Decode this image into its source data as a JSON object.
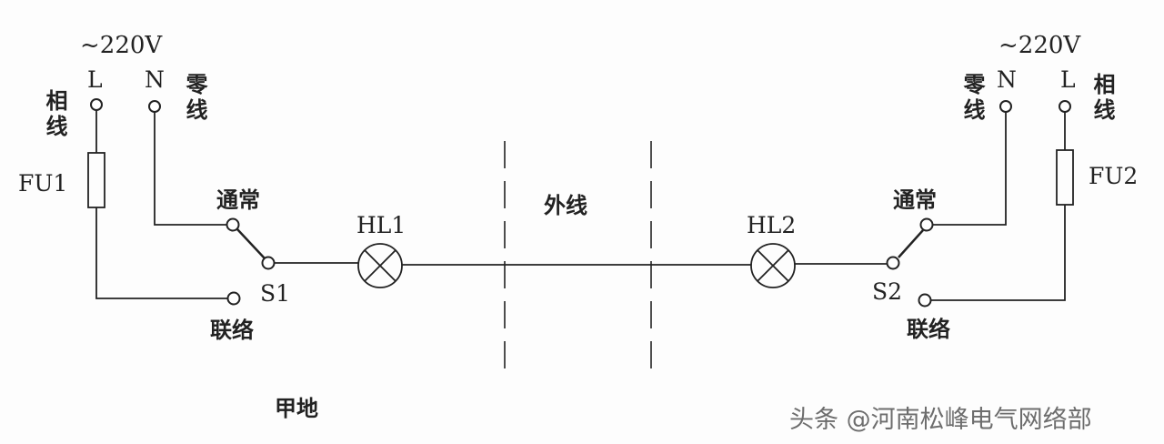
{
  "left": {
    "voltage": "~220V",
    "phase_label": "相线",
    "phase_symbol": "L",
    "neutral_symbol": "N",
    "neutral_label": "零线",
    "fuse": "FU1",
    "switch": "S1",
    "normal_contact": "通常",
    "link_contact": "联络",
    "lamp": "HL1",
    "location": "甲地"
  },
  "middle": {
    "external_line": "外线"
  },
  "right": {
    "voltage": "~220V",
    "phase_label": "相线",
    "phase_symbol": "L",
    "neutral_symbol": "N",
    "neutral_label": "零线",
    "fuse": "FU2",
    "switch": "S2",
    "normal_contact": "通常",
    "link_contact": "联络",
    "lamp": "HL2"
  },
  "watermark": "头条 @河南松峰电气网络部"
}
